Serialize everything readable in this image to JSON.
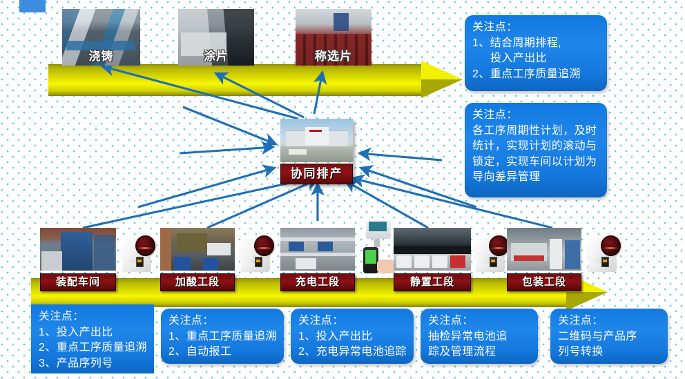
{
  "theme": {
    "accent_blue": "#1a7fe0",
    "arrow_blue": "#1f6fb5",
    "label_red": "#8c1114",
    "arrow_yellow": "#e4e400",
    "background": "#ffffff",
    "dot_color": "#6fc8e0"
  },
  "center": {
    "label": "协同排产"
  },
  "top_processes": [
    {
      "label": "浇铸"
    },
    {
      "label": "涂片"
    },
    {
      "label": "称选片"
    }
  ],
  "bottom_stations": [
    {
      "label": "装配车间"
    },
    {
      "label": "加酸工段"
    },
    {
      "label": "充电工段"
    },
    {
      "label": "静置工段"
    },
    {
      "label": "包装工段"
    }
  ],
  "right_notes": [
    {
      "title": "关注点：",
      "lines": [
        {
          "text": "1、结合周期排程,",
          "indent": false
        },
        {
          "text": "投入产出比",
          "indent": true
        },
        {
          "text": "2、重点工序质量追溯",
          "indent": false
        }
      ]
    },
    {
      "title": "关注点：",
      "lines": [
        {
          "text": "各工序周期性计划，及时",
          "indent": false
        },
        {
          "text": "统计，实现计划的滚动与",
          "indent": false
        },
        {
          "text": "锁定，实现车间以计划为",
          "indent": false
        },
        {
          "text": "导向差异管理",
          "indent": false
        }
      ]
    }
  ],
  "bottom_notes": [
    {
      "title": "关注点：",
      "lines": [
        {
          "text": "1、投入产出比"
        },
        {
          "text": "2、重点工序质量追溯"
        },
        {
          "text": "3、产品序列号"
        }
      ]
    },
    {
      "title": "关注点：",
      "lines": [
        {
          "text": "1、重点工序质量追溯"
        },
        {
          "text": "2、自动报工"
        }
      ]
    },
    {
      "title": "关注点：",
      "lines": [
        {
          "text": "1、投入产出比"
        },
        {
          "text": "2、充电异常电池追踪"
        }
      ]
    },
    {
      "title": "关注点：",
      "lines": [
        {
          "text": "抽检异常电池追"
        },
        {
          "text": "踪及管理流程"
        }
      ]
    },
    {
      "title": "关注点：",
      "lines": [
        {
          "text": "二维码与产品序"
        },
        {
          "text": "列号转换"
        }
      ]
    }
  ]
}
